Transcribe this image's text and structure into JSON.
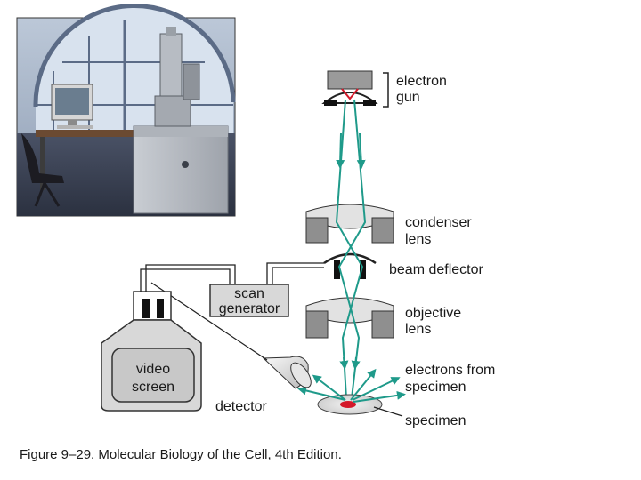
{
  "labels": {
    "electron_gun": [
      "electron",
      "gun"
    ],
    "condenser_lens": [
      "condenser",
      "lens"
    ],
    "beam_deflector": "beam deflector",
    "objective_lens": [
      "objective",
      "lens"
    ],
    "electrons_from_specimen": [
      "electrons from",
      "specimen"
    ],
    "specimen": "specimen",
    "scan_generator": [
      "scan",
      "generator"
    ],
    "video_screen": [
      "video",
      "screen"
    ],
    "detector": "detector"
  },
  "caption": "Figure 9–29. Molecular Biology of the Cell, 4th Edition.",
  "colors": {
    "beam": "#1f9a8a",
    "lens_gray": "#8f8f8f",
    "specimen_red": "#d4192a",
    "gun_red": "#d4192a"
  }
}
